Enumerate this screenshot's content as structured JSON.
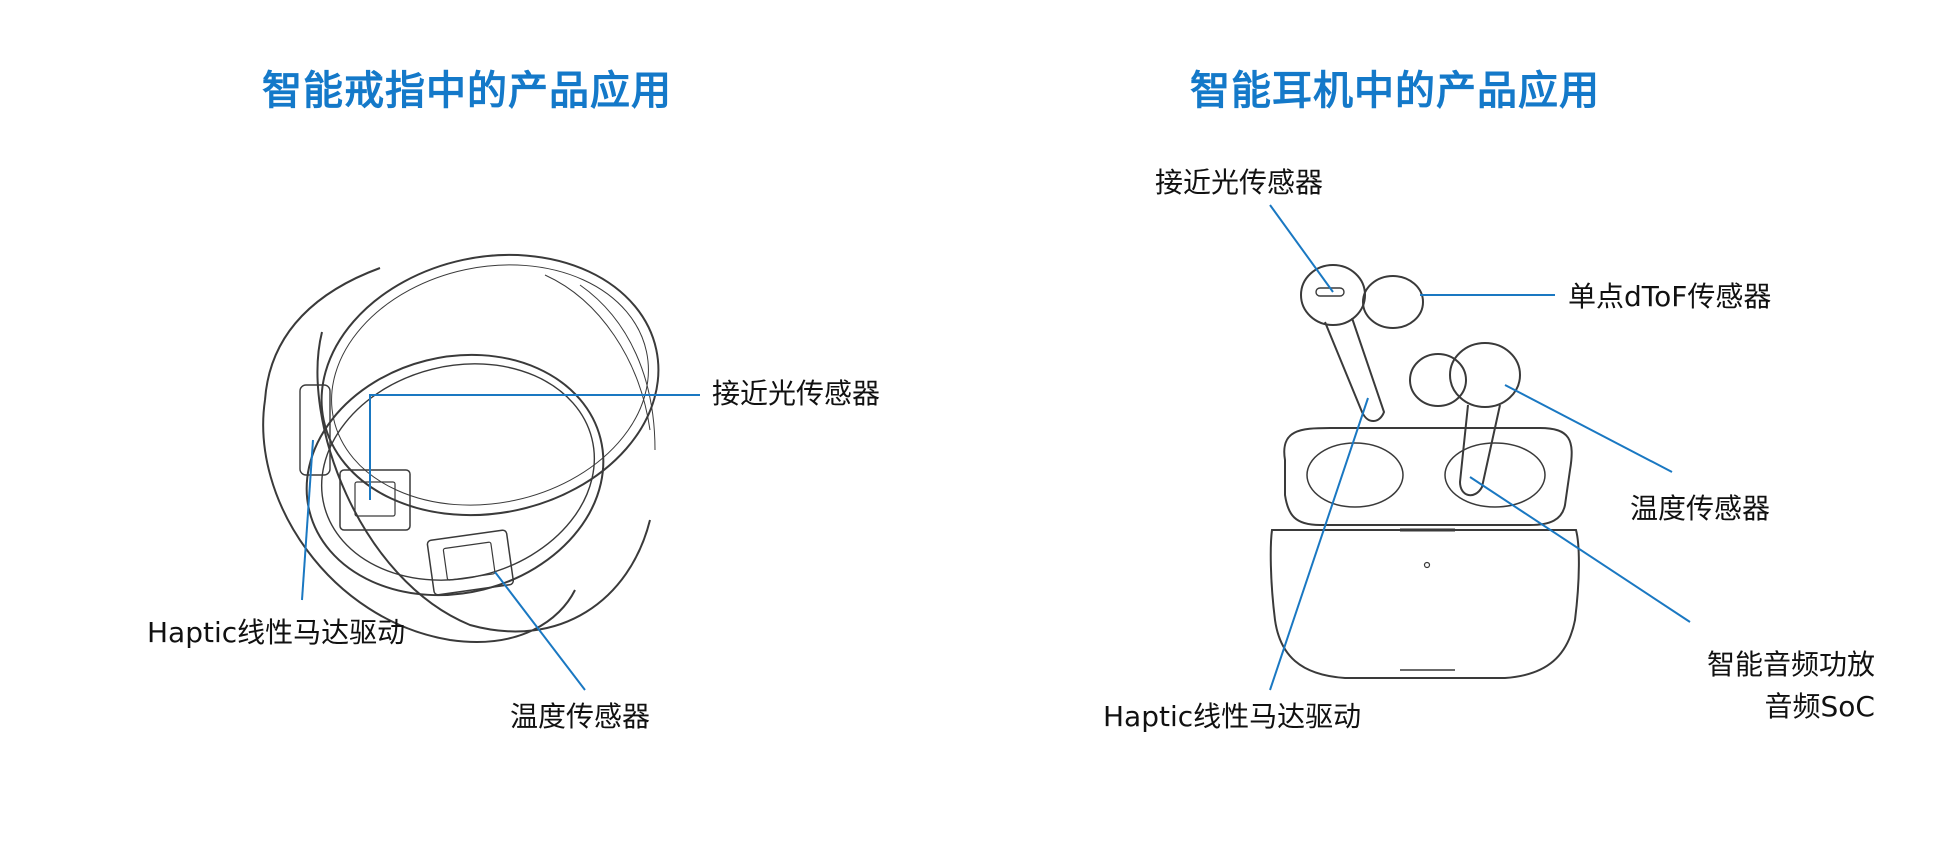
{
  "colors": {
    "title": "#1479c9",
    "leader": "#1a78c2",
    "sketch": "#3a3a3a",
    "text": "#111111"
  },
  "ring_panel": {
    "title": "智能戒指中的产品应用",
    "labels": {
      "proximity": "接近光传感器",
      "haptic": "Haptic线性马达驱动",
      "temperature": "温度传感器"
    }
  },
  "earbuds_panel": {
    "title": "智能耳机中的产品应用",
    "labels": {
      "proximity": "接近光传感器",
      "dtof": "单点dToF传感器",
      "temperature": "温度传感器",
      "audio_amp": "智能音频功放",
      "audio_soc": "音频SoC",
      "haptic": "Haptic线性马达驱动"
    }
  }
}
